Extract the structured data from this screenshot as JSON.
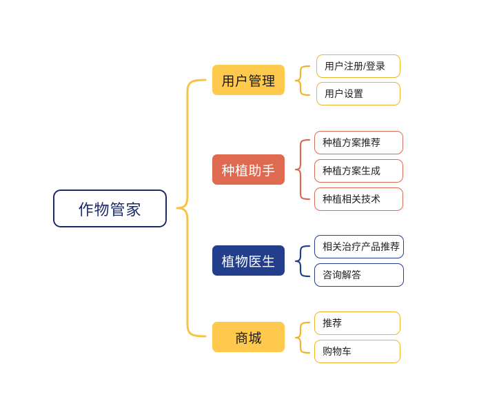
{
  "diagram": {
    "type": "mind-map",
    "title": "作物管家",
    "root": {
      "label": "作物管家",
      "border_color": "#1b2a66",
      "fill_color": "#ffffff",
      "text_color": "#1b2a66"
    },
    "main_connector": {
      "name": "root-brace",
      "color": "#f7c342",
      "shape": "curly-brace"
    },
    "branches": [
      {
        "label": "用户管理",
        "fill_color": "#ffc94d",
        "text_color": "#1a1a1a",
        "accent_color": "#f0b428",
        "brace_color": "#f0b428",
        "children": [
          {
            "label": "用户注册/登录"
          },
          {
            "label": "用户设置"
          }
        ]
      },
      {
        "label": "种植助手",
        "fill_color": "#e06a50",
        "text_color": "#ffffff",
        "accent_color": "#d96a55",
        "brace_color": "#d96a55",
        "children": [
          {
            "label": "种植方案推荐"
          },
          {
            "label": "种植方案生成"
          },
          {
            "label": "种植相关技术"
          }
        ]
      },
      {
        "label": "植物医生",
        "fill_color": "#233f8c",
        "text_color": "#ffffff",
        "accent_color": "#233f8c",
        "brace_color": "#233f8c",
        "children": [
          {
            "label": "相关治疗产品推荐"
          },
          {
            "label": "咨询解答"
          }
        ]
      },
      {
        "label": "商城",
        "fill_color": "#ffc94d",
        "text_color": "#1a1a1a",
        "accent_color": "#f0b428",
        "brace_color": "#f0b428",
        "children": [
          {
            "label": "推荐"
          },
          {
            "label": "购物车"
          }
        ]
      }
    ]
  }
}
